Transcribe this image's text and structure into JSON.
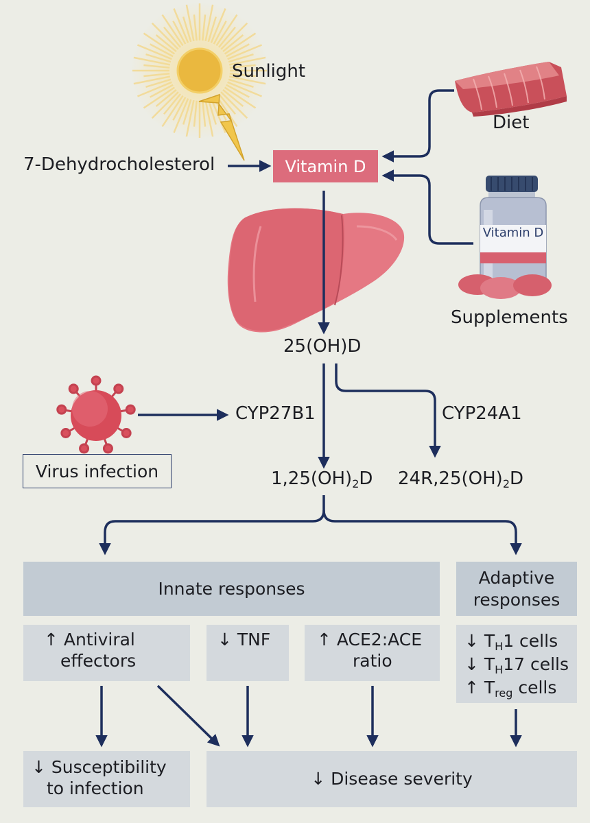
{
  "nodes": {
    "sunlight": "Sunlight",
    "diet": "Diet",
    "precursor": "7-Dehydrocholesterol",
    "vitamin_d": "Vitamin D",
    "supplement_label": "Vitamin D",
    "supplements": "Supplements",
    "calcidiol": "25(OH)D",
    "cyp27b1": "CYP27B1",
    "cyp24a1": "CYP24A1",
    "virus_infection": "Virus infection",
    "calcitriol": {
      "prefix": "1,25(OH)",
      "sub": "2",
      "suffix": "D"
    },
    "inactive": {
      "prefix": "24R,25(OH)",
      "sub": "2",
      "suffix": "D"
    }
  },
  "responses": {
    "innate": "Innate responses",
    "adaptive": [
      "Adaptive",
      "responses"
    ]
  },
  "effects": {
    "antiviral": [
      "↑ Antiviral",
      "effectors"
    ],
    "tnf": "↓ TNF",
    "ace": [
      "↑ ACE2:ACE",
      "ratio"
    ],
    "th1": {
      "prefix": "↓ T",
      "sub": "H",
      "suffix": "1 cells"
    },
    "th17": {
      "prefix": "↓ T",
      "sub": "H",
      "suffix": "17 cells"
    },
    "treg": {
      "prefix": "↑ T",
      "sub": "reg",
      "suffix": " cells"
    }
  },
  "outcomes": {
    "susceptibility": [
      "↓ Susceptibility",
      "to infection"
    ],
    "severity": "↓ Disease severity"
  },
  "colors": {
    "arrow": "#1d2e5c",
    "vitamin_box": "#dc6c7c",
    "panel_dark": "#c2cbd3",
    "panel_light": "#d4d9dd",
    "background": "#ecede6"
  }
}
